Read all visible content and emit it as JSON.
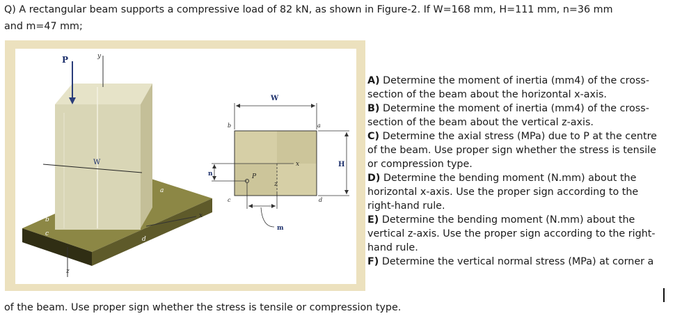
{
  "problem": {
    "intro_line1": "Q) A rectangular beam supports a compressive load of 82 kN, as shown in Figure-2. If W=168 mm, H=111 mm, n=36 mm",
    "intro_line2": "and m=47 mm;",
    "tail": "of the beam. Use proper sign whether the stress is tensile or compression type.",
    "questions": [
      {
        "letter": "A)",
        "lines": [
          "Determine the moment of inertia (mm4) of the cross-",
          "section of the beam about the horizontal x-axis."
        ]
      },
      {
        "letter": "B)",
        "lines": [
          "Determine the moment of inertia (mm4) of the cross-",
          "section of the beam about the vertical z-axis."
        ]
      },
      {
        "letter": "C)",
        "lines": [
          "Determine the axial stress (MPa) due to P at the centre",
          "of the beam. Use proper sign whether the stress is tensile",
          "or compression type."
        ]
      },
      {
        "letter": "D)",
        "lines": [
          "Determine the bending moment (N.mm) about the",
          "horizontal x-axis. Use the proper sign according to the",
          "right-hand rule."
        ]
      },
      {
        "letter": "E)",
        "lines": [
          "Determine the bending moment (N.mm) about the",
          "vertical z-axis. Use the proper sign according to the right-",
          "hand rule."
        ]
      },
      {
        "letter": "F)",
        "lines": [
          "Determine the vertical normal stress (MPa) at corner a"
        ]
      }
    ]
  },
  "figure": {
    "labels3d": {
      "P": "P",
      "y": "y",
      "W": "W",
      "a": "a",
      "b": "b",
      "c": "c",
      "d": "d",
      "x": "x",
      "z": "z"
    },
    "labels2d": {
      "W": "W",
      "H": "H",
      "n": "n",
      "m": "m",
      "P": "P",
      "a": "a",
      "b": "b",
      "c": "c",
      "d": "d",
      "x": "x",
      "z": "z"
    }
  },
  "colors": {
    "beam_light": "#d9d6b6",
    "beam_shade": "#c4bf98",
    "base_top": "#8c8745",
    "base_front": "#302e14",
    "base_side": "#5e5a2a",
    "section_fill": "#d6cfa6",
    "figure_frame": "#ece1be"
  }
}
